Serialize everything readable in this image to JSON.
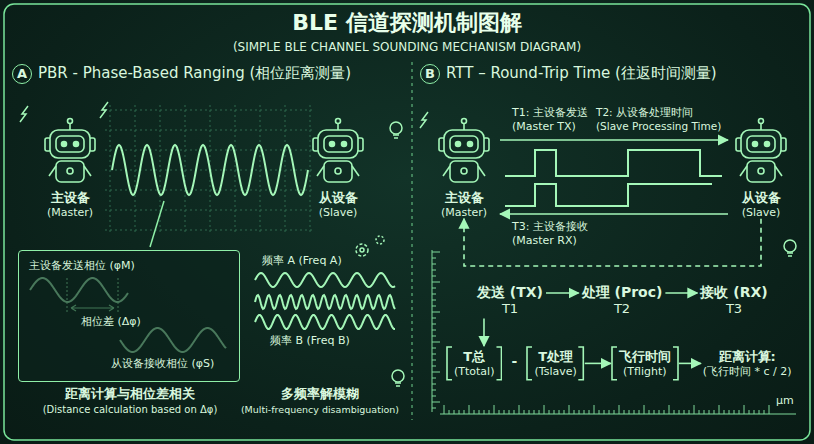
{
  "diagram": {
    "title": "BLE 信道探测机制图解",
    "nodes": [
      {
        "text": [
          "A"
        ]
      },
      {
        "text": [
          "主设备",
          "(Master)"
        ]
      },
      {
        "text": [
          "从设备",
          "(Slave)"
        ]
      },
      {
        "text": [
          "主设备发送相位 (φM)",
          "相位差 (Δφ)",
          "从设备接收相位 (φS)"
        ]
      },
      {
        "text": [
          "B"
        ]
      },
      {
        "text": [
          "主设备",
          "(Master)"
        ]
      },
      {
        "text": [
          "从设备",
          "(Slave)"
        ]
      },
      {
        "text": [
          "发送 (TX)",
          "T1"
        ]
      },
      {
        "text": [
          "处理 (Proc)",
          "T2"
        ]
      },
      {
        "text": [
          "接收 (RX)",
          "T3"
        ]
      },
      {
        "text": [
          "T总",
          "(Ttotal)"
        ]
      },
      {
        "text": [
          "T处理",
          "(Tslave)"
        ]
      },
      {
        "text": [
          "飞行时间",
          "(Tflight)"
        ]
      },
      {
        "text": [
          "距离计算:",
          "(飞行时间 * c / 2)"
        ]
      }
    ],
    "edges": [
      {
        "from": 5,
        "to": 6,
        "arrow": "to"
      },
      {
        "from": 6,
        "to": 5,
        "arrow": "to"
      },
      {
        "from": 6,
        "to": 5,
        "arrow": "to"
      },
      {
        "from": 7,
        "to": 8,
        "arrow": "to"
      },
      {
        "from": 8,
        "to": 9,
        "arrow": "to"
      },
      {
        "from": 7,
        "to": 10,
        "arrow": "to"
      },
      {
        "from": 11,
        "to": 12,
        "arrow": "to"
      },
      {
        "from": 12,
        "to": 13,
        "arrow": "to"
      }
    ],
    "labels": [
      "(SIMPLE BLE CHANNEL SOUNDING MECHANISM DIAGRAM)",
      "PBR - Phase-Based Ranging (相位距离测量)",
      "RTT – Round-Trip Time (往返时间测量)",
      "距离计算与相位差相关",
      "(Distance calculation based on Δφ)",
      "频率 A (Freq A)",
      "频率 B (Freq B)",
      "多频率解模糊",
      "(Multi-frequency disambiguation)",
      "T1: 主设备发送",
      "(Master TX)",
      "T2: 从设备处理时间",
      "(Slave Processing Time)",
      "T3: 主设备接收",
      "(Master RX)",
      "-",
      "μm"
    ]
  }
}
